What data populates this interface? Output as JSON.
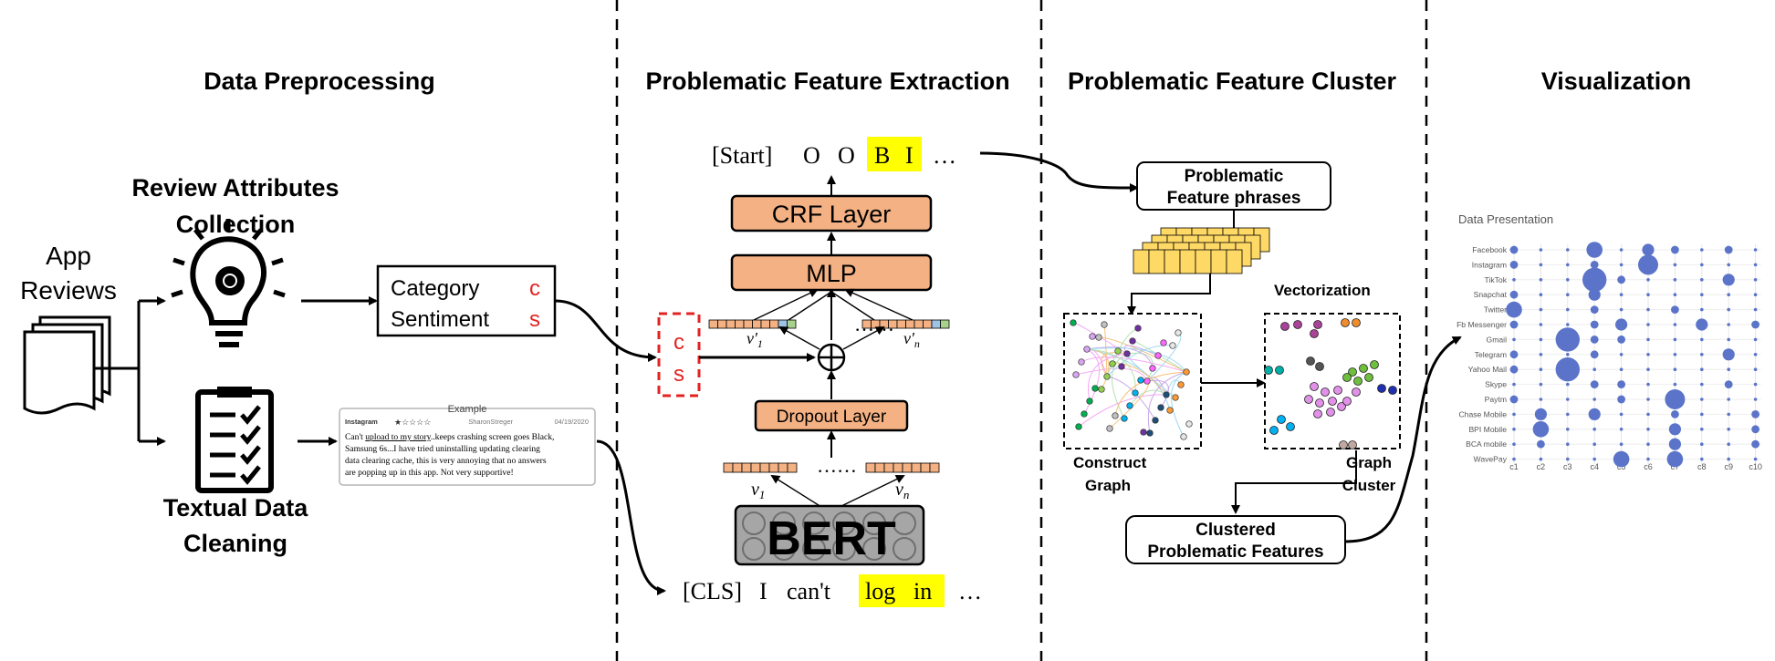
{
  "stages": {
    "preprocessing": "Data Preprocessing",
    "extraction": "Problematic Feature Extraction",
    "cluster": "Problematic Feature Cluster",
    "visualization": "Visualization"
  },
  "preprocessing": {
    "input_line1": "App",
    "input_line2": "Reviews",
    "attr_line1": "Review Attributes",
    "attr_line2": "Collection",
    "clean_line1": "Textual Data",
    "clean_line2": "Cleaning",
    "category_label": "Category",
    "category_symbol": "c",
    "sentiment_label": "Sentiment",
    "sentiment_symbol": "s",
    "example": {
      "title": "Example",
      "app": "Instagram",
      "stars": "★☆☆☆☆",
      "author": "SharonStreger",
      "date": "04/19/2020",
      "line1_a": "Can't ",
      "line1_u": "upload to my story",
      "line1_b": "..keeps crashing screen goes Black,",
      "line2": "Samsung 6s...I have tried uninstalling updating clearing",
      "line3": "data clearing cache, this is very annoying that no answers",
      "line4": "are popping up in this app. Not very supportive!"
    }
  },
  "extraction": {
    "output_tokens": [
      "[Start]",
      "O",
      "O",
      "B",
      "I",
      "…"
    ],
    "crf": "CRF Layer",
    "mlp": "MLP",
    "dropout": "Dropout Layer",
    "bert": "BERT",
    "cs_c": "c",
    "cs_s": "s",
    "v_prime_1": "v'",
    "v_prime_1_sub": "1",
    "v_prime_n": "v'",
    "v_prime_n_sub": "n",
    "v_1": "v",
    "v_1_sub": "1",
    "v_n": "v",
    "v_n_sub": "n",
    "dots": "……",
    "input_tokens": [
      "[CLS]",
      "I",
      "can't",
      "log",
      "in",
      "…"
    ]
  },
  "cluster": {
    "phrases_line1": "Problematic",
    "phrases_line2": "Feature phrases",
    "vectorization": "Vectorization",
    "construct_line1": "Construct",
    "construct_line2": "Graph",
    "graph_line1": "Graph",
    "graph_line2": "Cluster",
    "clustered_line1": "Clustered",
    "clustered_line2": "Problematic Features"
  },
  "visualization": {
    "title": "Data Presentation",
    "apps": [
      "Facebook",
      "Instagram",
      "TikTok",
      "Snapchat",
      "Twitter",
      "Fb Messenger",
      "Gmail",
      "Telegram",
      "Yahoo Mail",
      "Skype",
      "Paytm",
      "Chase Mobile",
      "BPI Mobile",
      "BCA mobile",
      "WavePay"
    ],
    "clusters": [
      "c1",
      "c2",
      "c3",
      "c4",
      "c5",
      "c6",
      "c7",
      "c8",
      "c9",
      "c10"
    ],
    "bubble_color": "#5b74c9",
    "sizes": [
      [
        2,
        1,
        1,
        4,
        1,
        3,
        2,
        1,
        2,
        1
      ],
      [
        2,
        1,
        1,
        2,
        1,
        5,
        1,
        1,
        1,
        1
      ],
      [
        1,
        1,
        1,
        6,
        2,
        1,
        1,
        1,
        3,
        1
      ],
      [
        2,
        1,
        1,
        3,
        1,
        1,
        1,
        1,
        1,
        1
      ],
      [
        4,
        1,
        1,
        2,
        1,
        1,
        2,
        1,
        1,
        1
      ],
      [
        2,
        1,
        1,
        2,
        3,
        1,
        1,
        3,
        1,
        2
      ],
      [
        1,
        1,
        6,
        2,
        2,
        1,
        1,
        1,
        1,
        1
      ],
      [
        2,
        1,
        1,
        2,
        1,
        1,
        1,
        1,
        3,
        1
      ],
      [
        2,
        1,
        6,
        1,
        1,
        1,
        1,
        1,
        1,
        1
      ],
      [
        1,
        1,
        1,
        2,
        2,
        1,
        1,
        1,
        2,
        1
      ],
      [
        2,
        1,
        1,
        1,
        2,
        1,
        5,
        1,
        1,
        1
      ],
      [
        1,
        3,
        1,
        3,
        1,
        1,
        2,
        1,
        1,
        2
      ],
      [
        1,
        4,
        1,
        1,
        1,
        1,
        3,
        1,
        1,
        2
      ],
      [
        1,
        2,
        1,
        1,
        1,
        1,
        3,
        1,
        1,
        2
      ],
      [
        1,
        1,
        1,
        1,
        4,
        1,
        4,
        1,
        1,
        1
      ]
    ]
  }
}
